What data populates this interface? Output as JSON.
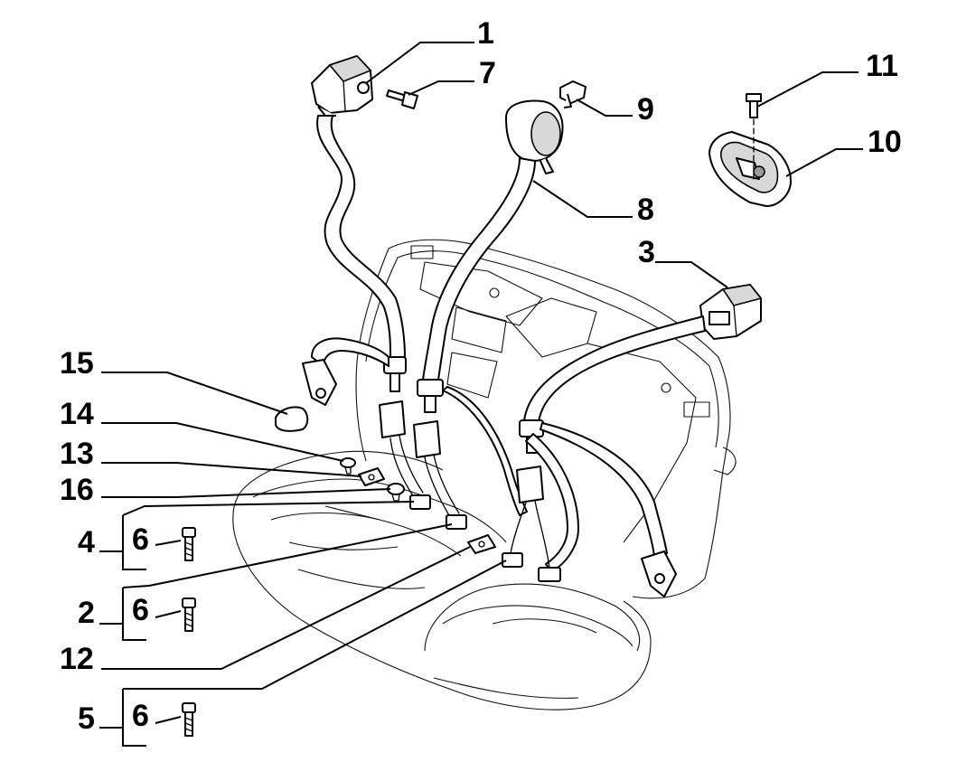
{
  "callouts": {
    "c1": "1",
    "c7": "7",
    "c9": "9",
    "c11": "11",
    "c10": "10",
    "c8": "8",
    "c3": "3",
    "c15": "15",
    "c14": "14",
    "c13": "13",
    "c16": "16",
    "c4": "4",
    "c6a": "6",
    "c2": "2",
    "c6b": "6",
    "c12": "12",
    "c5": "5",
    "c6c": "6"
  },
  "colors": {
    "line": "#000000",
    "background": "#ffffff",
    "shade": "#d8d8d8"
  }
}
